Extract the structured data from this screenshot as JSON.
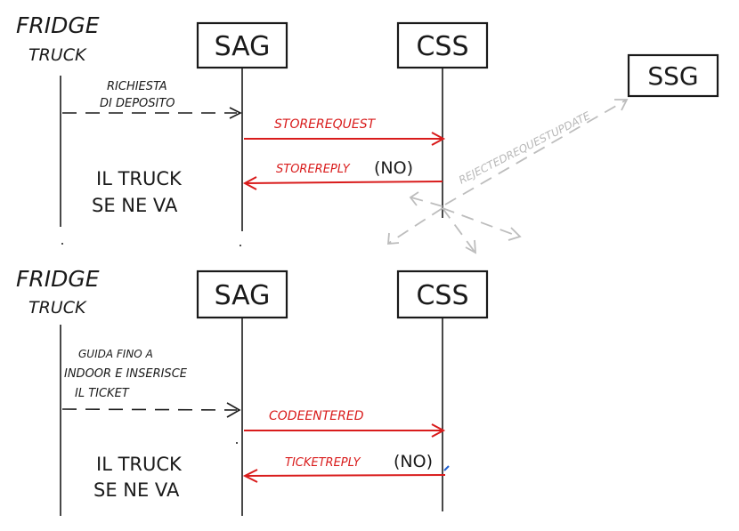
{
  "colors": {
    "ink": "#1a1a1a",
    "red": "#d91c1c",
    "grey": "#bdbdbd",
    "blue_tick": "#1f5fd0"
  },
  "top": {
    "fridge_truck": [
      "FRIDGE",
      "TRUCK"
    ],
    "sag": "SAG",
    "css": "CSS",
    "ssg": "SSG",
    "request_label": [
      "RICHIESTA",
      "DI DEPOSITO"
    ],
    "storerequest": "STOREREQUEST",
    "storereply": "STOREREPLY",
    "storereply_arg": "(NO)",
    "rejected_update": "REJECTEDREQUESTUPDATE",
    "truck_leaves": [
      "IL TRUCK",
      "SE NE VA"
    ]
  },
  "bottom": {
    "fridge_truck": [
      "FRIDGE",
      "TRUCK"
    ],
    "sag": "SAG",
    "css": "CSS",
    "drive_label": [
      "GUIDA FINO A",
      "INDOOR E INSERISCE",
      "IL TICKET"
    ],
    "codeentered": "CODEENTERED",
    "ticketreply": "TICKETREPLY",
    "ticketreply_arg": "(NO)",
    "truck_leaves": [
      "IL TRUCK",
      "SE NE VA"
    ]
  }
}
